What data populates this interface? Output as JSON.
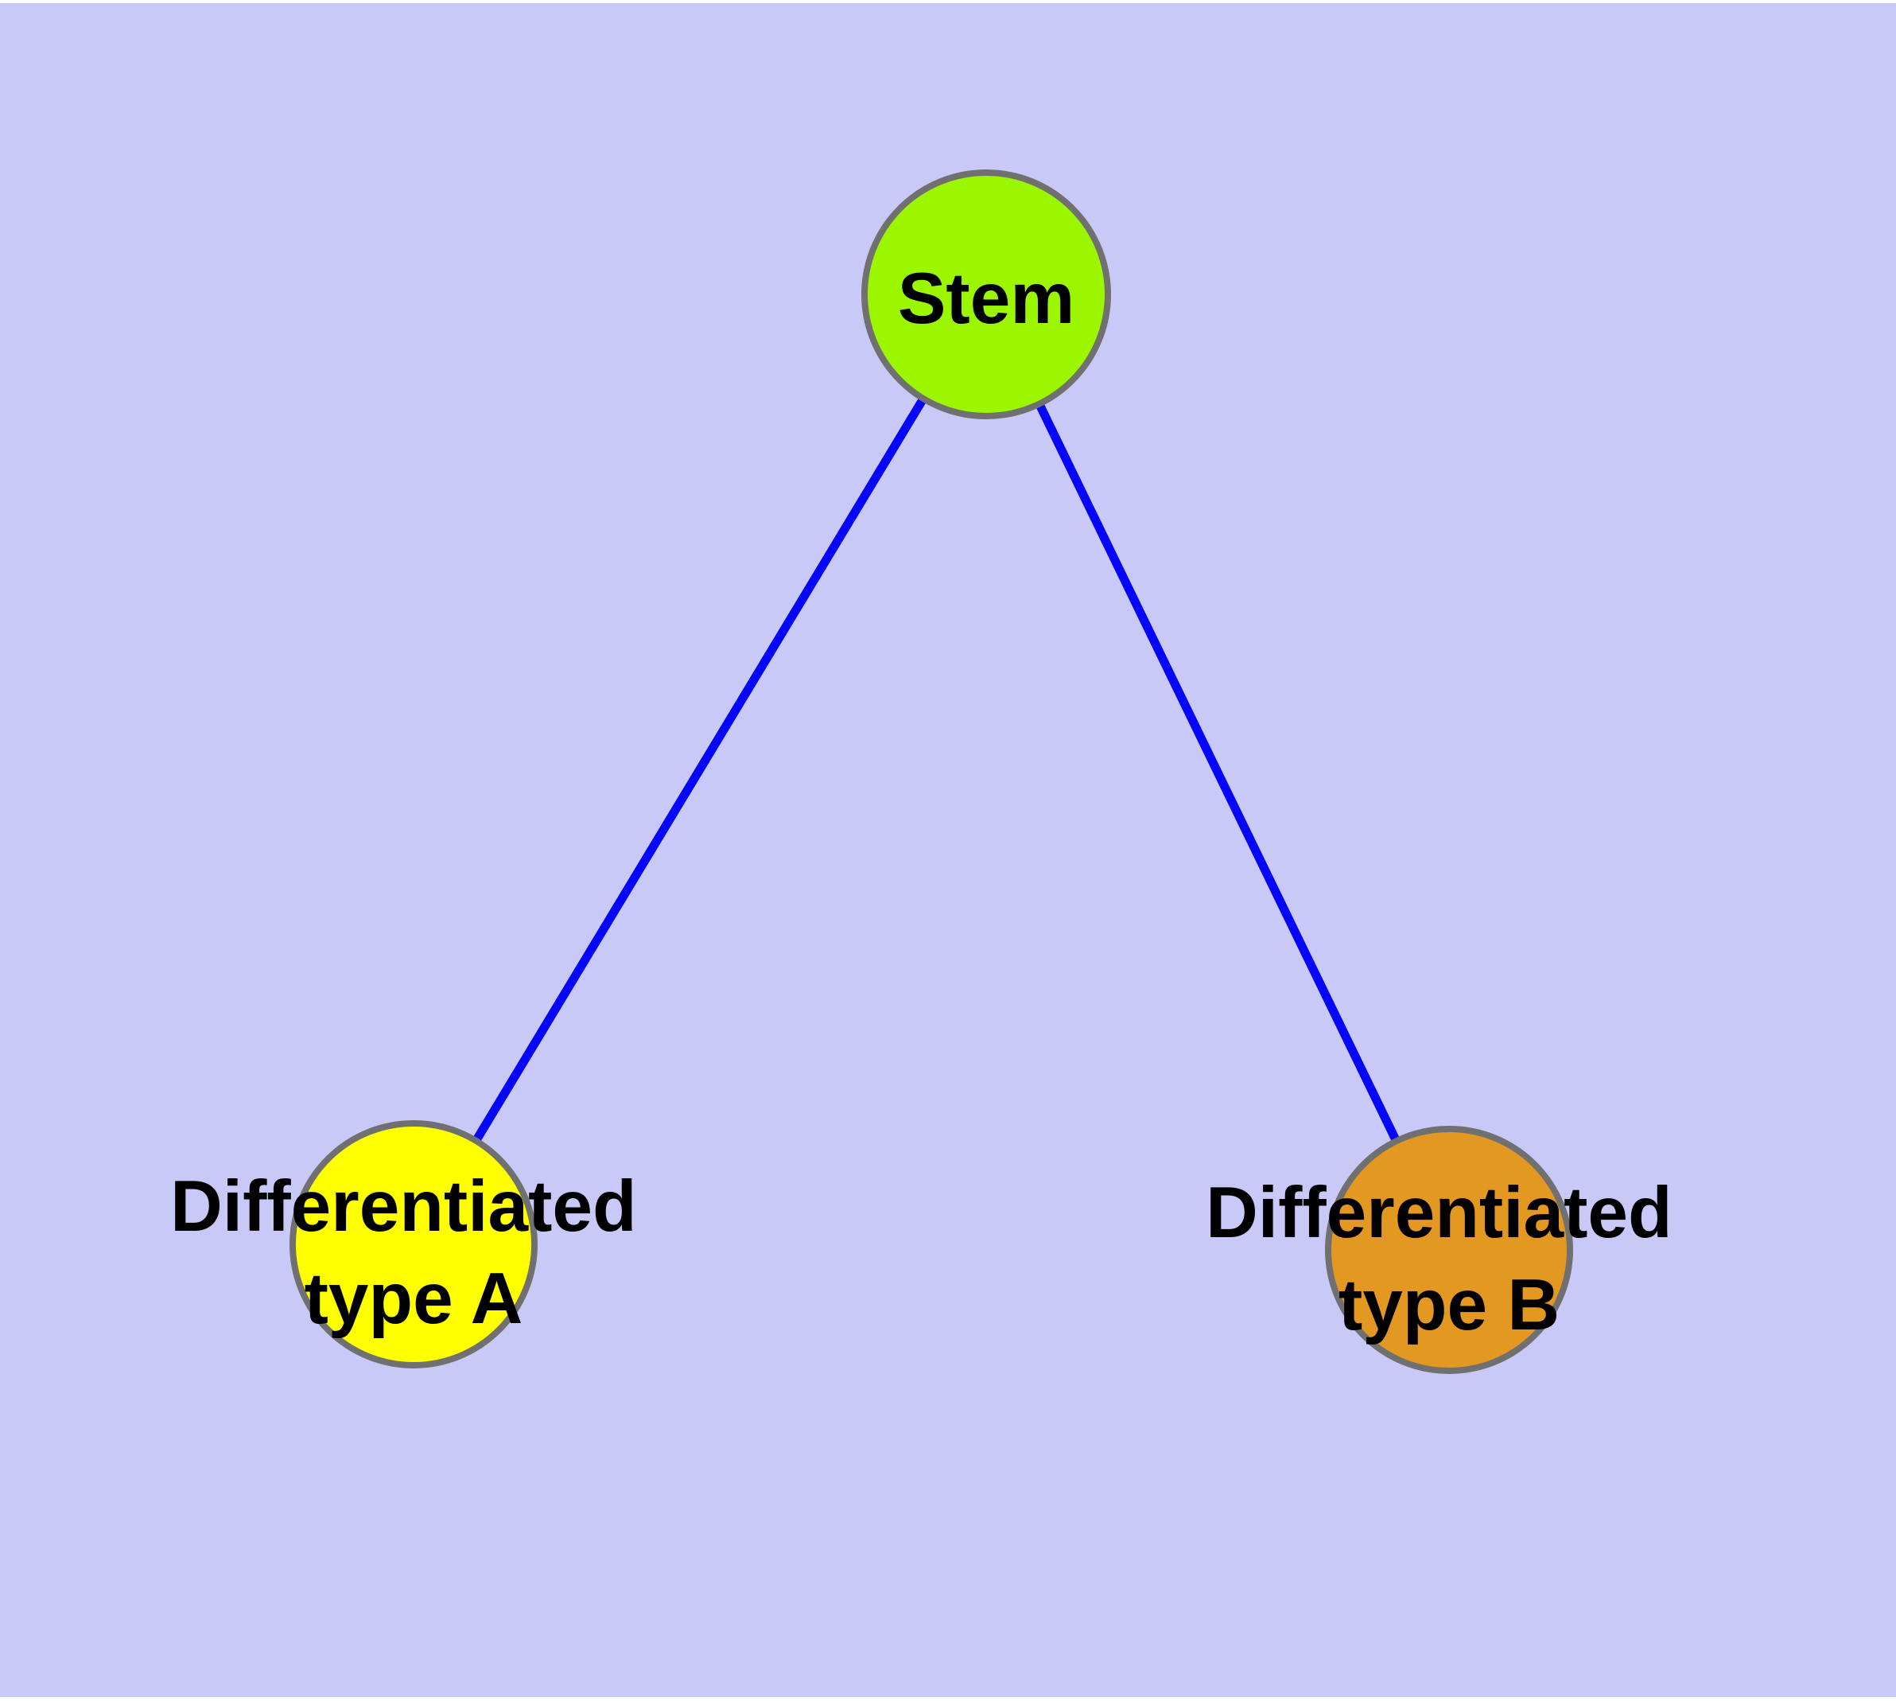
{
  "diagram": {
    "type": "node-link-graph",
    "background": {
      "page_color": "#FFFFFF",
      "canvas_color": "#C9C9F8"
    },
    "colors": {
      "edge": "#0505FA",
      "node_border": "#707070",
      "label_text": "#000000"
    },
    "nodes": [
      {
        "id": "stem",
        "label": "Stem",
        "label_lines": [
          "Stem"
        ],
        "fill": "#9BF600"
      },
      {
        "id": "differentiated-type-a",
        "label": "Differentiated type A",
        "label_lines": [
          "Differentiated",
          "type A"
        ],
        "fill": "#FFFF00"
      },
      {
        "id": "differentiated-type-b",
        "label": "Differentiated type B",
        "label_lines": [
          "Differentiated",
          "type B"
        ],
        "fill": "#E39821"
      }
    ],
    "edges": [
      {
        "from": "stem",
        "to": "differentiated-type-a"
      },
      {
        "from": "stem",
        "to": "differentiated-type-b"
      }
    ]
  }
}
